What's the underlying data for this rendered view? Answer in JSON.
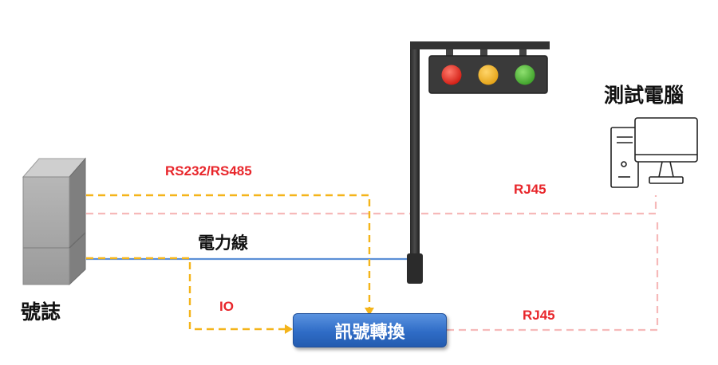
{
  "labels": {
    "computer": "測試電腦",
    "controller": "號誌",
    "serial": "RS232/RS485",
    "power": "電力線",
    "io": "IO",
    "rj45_top": "RJ45",
    "rj45_bottom": "RJ45",
    "converter": "訊號轉換"
  },
  "icons": {
    "controller": "signal-controller-cabinet",
    "traffic_light": "traffic-light",
    "computer": "desktop-computer"
  },
  "colors": {
    "serial_line": "#f4b41a",
    "power_line": "#5b8fd6",
    "network_line": "#f6b9b9",
    "label_red": "#e8262b",
    "light_red": "#e2261d",
    "light_yellow": "#f2b41c",
    "light_green": "#52b83a",
    "converter_fill": "#2f6cc6"
  }
}
